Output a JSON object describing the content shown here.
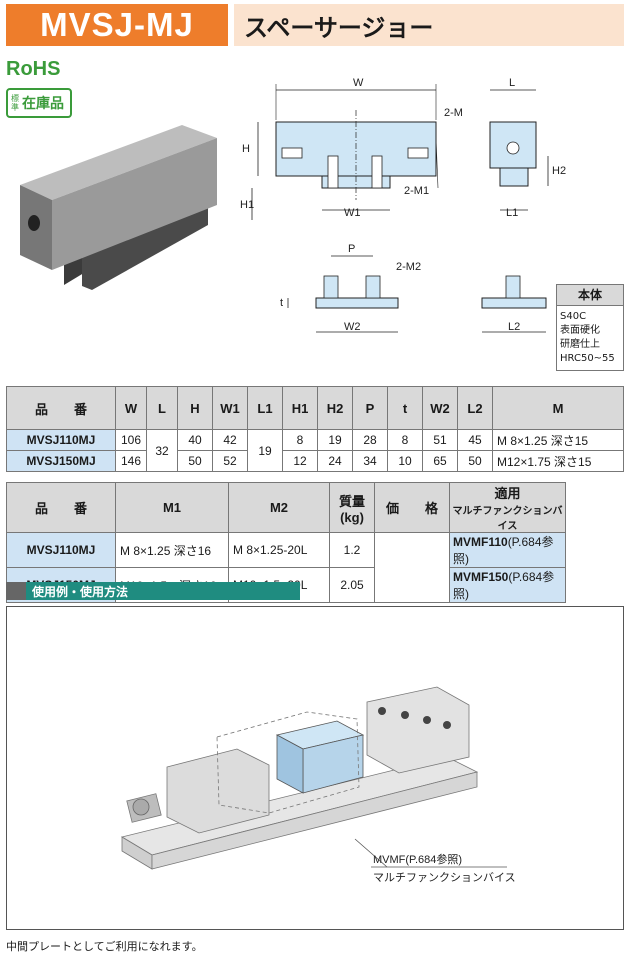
{
  "header": {
    "code": "MVSJ-MJ",
    "name": "スペーサージョー"
  },
  "badges": {
    "rohs": "RoHS",
    "stock_small": "標準",
    "stock_big": "在庫品"
  },
  "dims": {
    "W": "W",
    "L": "L",
    "H": "H",
    "H1": "H1",
    "H2": "H2",
    "W1": "W1",
    "L1": "L1",
    "two_M": "2-M",
    "two_M1": "2-M1",
    "P": "P",
    "two_M2": "2-M2",
    "t": "t",
    "W2": "W2",
    "L2": "L2"
  },
  "material": {
    "title": "本体",
    "lines": [
      "S40C",
      "表面硬化",
      "研磨仕上",
      "HRC50~55"
    ]
  },
  "spec_table": {
    "headers": [
      "品　　番",
      "W",
      "L",
      "H",
      "W1",
      "L1",
      "H1",
      "H2",
      "P",
      "t",
      "W2",
      "L2",
      "M"
    ],
    "rows": [
      {
        "part": "MVSJ110MJ",
        "W": "106",
        "L": "32",
        "H": "40",
        "W1": "42",
        "L1": "19",
        "H1": "8",
        "H2": "19",
        "P": "28",
        "t": "8",
        "W2": "51",
        "L2": "45",
        "M": "M 8×1.25 深さ15"
      },
      {
        "part": "MVSJ150MJ",
        "W": "146",
        "H": "50",
        "W1": "52",
        "H1": "12",
        "H2": "24",
        "P": "34",
        "t": "10",
        "W2": "65",
        "L2": "50",
        "M": "M12×1.75 深さ15"
      }
    ]
  },
  "order_table": {
    "headers": {
      "part": "品　　番",
      "m1": "M1",
      "m2": "M2",
      "mass": "質量",
      "mass_unit": "(kg)",
      "price": "価　　格",
      "vise": "適用",
      "vise_sub": "マルチファンクションバイス"
    },
    "rows": [
      {
        "part": "MVSJ110MJ",
        "m1": "M 8×1.25  深さ16",
        "m2": "M 8×1.25-20L",
        "mass": "1.2",
        "vise": "MVMF110",
        "vise_ref": "(P.684参照)"
      },
      {
        "part": "MVSJ150MJ",
        "m1": "M10×1.5　深さ16",
        "m2": "M10×1.5  -20L",
        "mass": "2.05",
        "vise": "MVMF150",
        "vise_ref": "(P.684参照)"
      }
    ]
  },
  "usage": {
    "section_title": "使用例・使用方法",
    "callout_1": "MVMF(P.684参照)",
    "callout_2": "マルチファンクションバイス"
  },
  "footnote": "中間プレートとしてご利用になれます。",
  "colors": {
    "brand": "#ee7d2b",
    "title_bg": "#fbe3cf",
    "part_bg": "#cfe3f4",
    "section": "#1f8c80",
    "rohs": "#3a9b3a",
    "drawing_fill": "#cfe6f5"
  }
}
